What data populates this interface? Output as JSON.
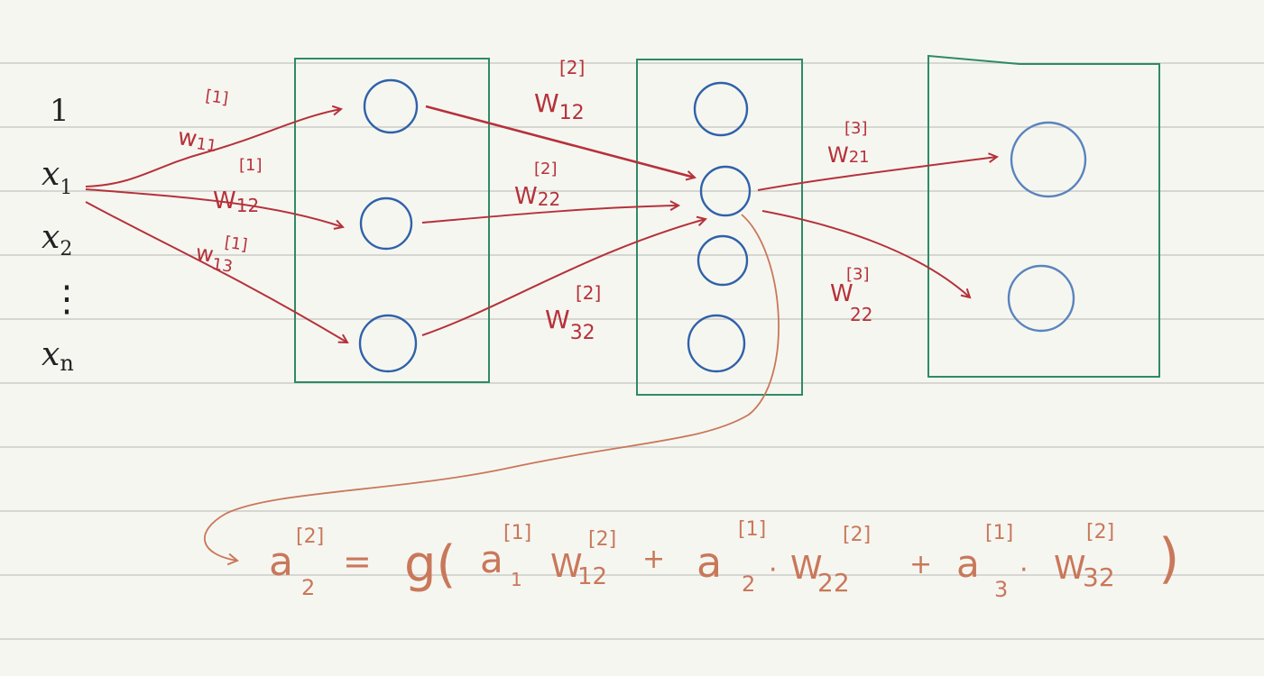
{
  "colors": {
    "paper": "#f6f6f1",
    "rule_line": "#d6d6d2",
    "box_green": "#2e8b64",
    "node_blue": "#2f62a8",
    "node_blue_light": "#5a84bd",
    "arrow_red": "#b5323a",
    "formula_orange": "#c9785a"
  },
  "inputs": {
    "bias": "1",
    "x1": "x",
    "x1_sub": "1",
    "x2": "x",
    "x2_sub": "2",
    "dots": "⋮",
    "xn": "x",
    "xn_sub": "n"
  },
  "weights": {
    "w1_11": {
      "base": "w",
      "sub": "11",
      "sup": "[1]"
    },
    "w1_12": {
      "base": "W",
      "sub": "12",
      "sup": "[1]"
    },
    "w1_13": {
      "base": "w",
      "sub": "13",
      "sup": "[1]"
    },
    "w2_12": {
      "base": "W",
      "sub": "12",
      "sup": "[2]"
    },
    "w2_22": {
      "base": "W",
      "sub": "22",
      "sup": "[2]"
    },
    "w2_32": {
      "base": "W",
      "sub": "32",
      "sup": "[2]"
    },
    "w3_21": {
      "base": "W",
      "sub": "21",
      "sup": "[3]"
    },
    "w3_22": {
      "base": "W",
      "sub": "22",
      "sup": "[3]"
    }
  },
  "formula": {
    "lhs_base": "a",
    "lhs_sub": "2",
    "lhs_sup": "[2]",
    "equals": "=",
    "g_open": "g(",
    "t1_a": "a",
    "t1_a_sub": "1",
    "t1_a_sup": "[1]",
    "t1_w": "W",
    "t1_w_sub": "12",
    "t1_w_sup": "[2]",
    "plus1": "+",
    "t2_a": "a",
    "t2_a_sub": "2",
    "t2_a_sup": "[1]",
    "dot1": "·",
    "t2_w": "W",
    "t2_w_sub": "22",
    "t2_w_sup": "[2]",
    "plus2": "+",
    "t3_a": "a",
    "t3_a_sub": "3",
    "t3_a_sup": "[1]",
    "dot2": "·",
    "t3_w": "W",
    "t3_w_sub": "32",
    "t3_w_sup": "[2]",
    "close": ")"
  }
}
